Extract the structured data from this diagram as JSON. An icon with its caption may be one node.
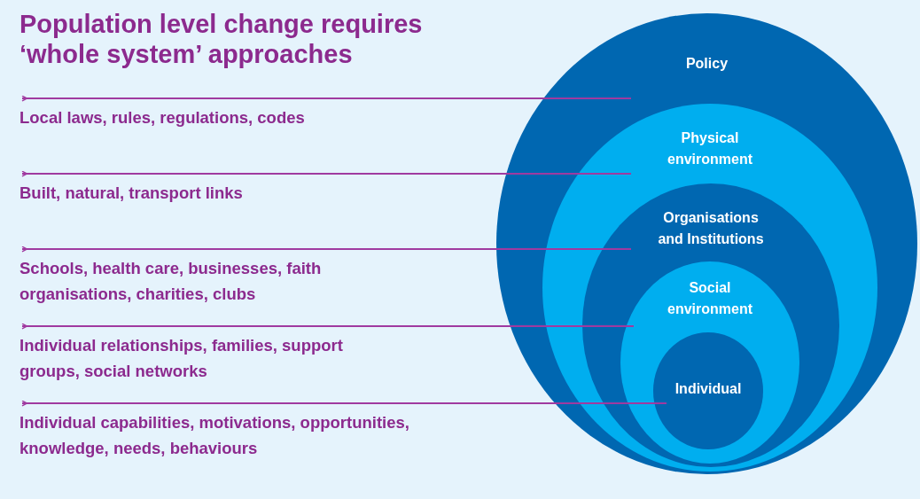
{
  "diagram": {
    "title": "Population level change requires ‘whole system’ approaches",
    "nodes": [
      {
        "text": [
          "Policy"
        ]
      },
      {
        "text": [
          "Physical environment"
        ],
        "in": 0
      },
      {
        "text": [
          "Organisations and Institutions"
        ],
        "in": 1
      },
      {
        "text": [
          "Social environment"
        ],
        "in": 2
      },
      {
        "text": [
          "Individual"
        ],
        "in": 3
      },
      {
        "text": [
          "Local laws, rules, regulations, codes"
        ]
      },
      {
        "text": [
          "Built, natural, transport links"
        ]
      },
      {
        "text": [
          "Schools, health care, businesses, faith organisations, charities, clubs"
        ]
      },
      {
        "text": [
          "Individual relationships, families, support groups, social networks"
        ]
      },
      {
        "text": [
          "Individual capabilities, motivations, opportunities, knowledge, needs, behaviours"
        ]
      }
    ],
    "edges": [
      {
        "from": 0,
        "to": 5,
        "arrow": "to"
      },
      {
        "from": 1,
        "to": 6,
        "arrow": "to"
      },
      {
        "from": 2,
        "to": 7,
        "arrow": "to"
      },
      {
        "from": 3,
        "to": 8,
        "arrow": "to"
      },
      {
        "from": 4,
        "to": 9,
        "arrow": "to"
      }
    ]
  }
}
